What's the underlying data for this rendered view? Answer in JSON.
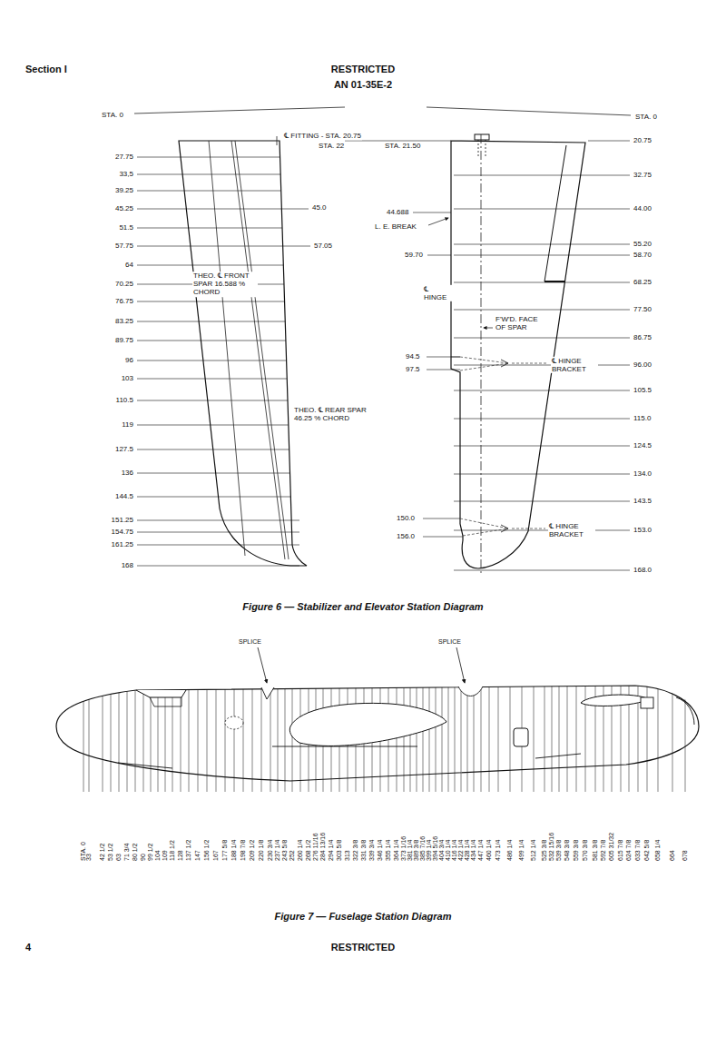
{
  "diagram": {
    "labels": [
      "Section I",
      "RESTRICTED",
      "AN 01-35E-2",
      "STA. 0",
      "STA. 0",
      "℄ FITTING - STA. 20.75",
      "STA. 22",
      "27.75",
      "33,5",
      "39.25",
      "45.25",
      "51.5",
      "57.75",
      "64",
      "70.25",
      "76.75",
      "83.25",
      "89.75",
      "96",
      "103",
      "110.5",
      "119",
      "127.5",
      "136",
      "144.5",
      "151.25",
      "154.75",
      "161.25",
      "168",
      "45.0",
      "57.05",
      "THEO. ℄ FRONT SPAR 16.588 % CHORD",
      "THEO. ℄ REAR SPAR 46.25 % CHORD",
      "STA. 21.50",
      "20.75",
      "32.75",
      "44.00",
      "55.20",
      "58.70",
      "68.25",
      "77.50",
      "86.75",
      "96.00",
      "105.5",
      "115.0",
      "124.5",
      "134.0",
      "143.5",
      "153.0",
      "168.0",
      "44.688",
      "L. E. BREAK",
      "59.70",
      "℄ HINGE",
      "F'W'D. FACE OF SPAR",
      "94.5",
      "97.5",
      "℄ HINGE BRACKET",
      "150.0",
      "156.0",
      "℄ HINGE BRACKET",
      "Figure 6 — Stabilizer and Elevator Station Diagram",
      "SPLICE",
      "SPLICE",
      "Figure 7 — Fuselage Station Diagram",
      "4",
      "RESTRICTED",
      "STA. 0",
      "33",
      "42 1/2",
      "53 1/2",
      "63",
      "71 3/4",
      "80 1/2",
      "90",
      "99 1/2",
      "104",
      "109",
      "118 1/2",
      "128",
      "137 1/2",
      "147",
      "156 1/2",
      "167",
      "177 5/8",
      "188 1/4",
      "198 7/8",
      "209 1/2",
      "220 1/8",
      "230 3/4",
      "237 1/4",
      "243 5/8",
      "252",
      "260 1/4",
      "268 1/2",
      "276 11/16",
      "284 13/16",
      "294 1/4",
      "303 5/8",
      "313",
      "322 3/8",
      "331 3/8",
      "339 3/4",
      "346 1/4",
      "355 1/4",
      "364 1/4",
      "373 1/16",
      "381 1/4",
      "389 3/8",
      "385 7/16",
      "399 1/4",
      "394 5/16",
      "404 3/4",
      "410 1/4",
      "416 1/4",
      "422 1/4",
      "428 1/4",
      "434 1/4",
      "447 1/4",
      "460 1/4",
      "473 1/4",
      "486 1/4",
      "499 1/4",
      "512 1/4",
      "525 3/8",
      "532 15/16",
      "539 3/8",
      "548 3/8",
      "559 3/8",
      "570 3/8",
      "581 3/8",
      "592 7/8",
      "605 31/32",
      "615 7/8",
      "624 7/8",
      "633 7/8",
      "642 5/8",
      "658 1/4",
      "664",
      "678"
    ]
  }
}
